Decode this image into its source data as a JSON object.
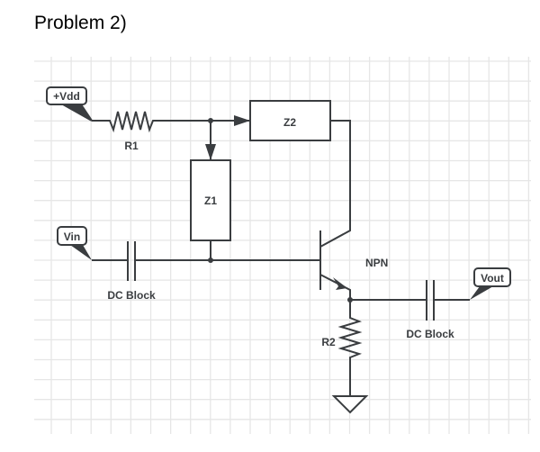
{
  "title": "Problem 2)",
  "diagram": {
    "type": "circuit-schematic",
    "ports": {
      "vdd": "+Vdd",
      "vin": "Vin",
      "vout": "Vout"
    },
    "components": {
      "r1": "R1",
      "r2": "R2",
      "z1": "Z1",
      "z2": "Z2",
      "transistor": "NPN",
      "cap_in": "DC Block",
      "cap_out": "DC Block"
    },
    "colors": {
      "line": "#3a3d40",
      "grid": "#e6e6e6"
    }
  }
}
